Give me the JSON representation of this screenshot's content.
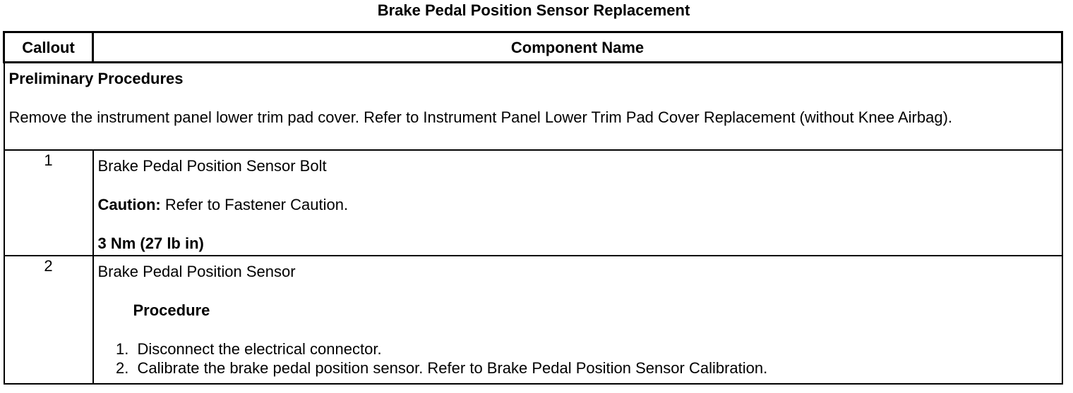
{
  "document": {
    "title": "Brake Pedal Position Sensor Replacement"
  },
  "table": {
    "headers": {
      "callout": "Callout",
      "component": "Component Name"
    },
    "preliminary": {
      "heading": "Preliminary Procedures",
      "text": "Remove the instrument panel lower trim pad cover. Refer to Instrument Panel Lower Trim Pad Cover Replacement (without Knee Airbag)."
    },
    "rows": [
      {
        "callout": "1",
        "name": "Brake Pedal Position Sensor Bolt",
        "caution_label": "Caution:",
        "caution_text": " Refer to Fastener Caution.",
        "torque": "3 Nm (27 lb in)"
      },
      {
        "callout": "2",
        "name": "Brake Pedal Position Sensor",
        "procedure_heading": "Procedure",
        "steps": [
          "Disconnect the electrical connector.",
          "Calibrate the brake pedal position sensor. Refer to Brake Pedal Position Sensor Calibration."
        ]
      }
    ]
  }
}
